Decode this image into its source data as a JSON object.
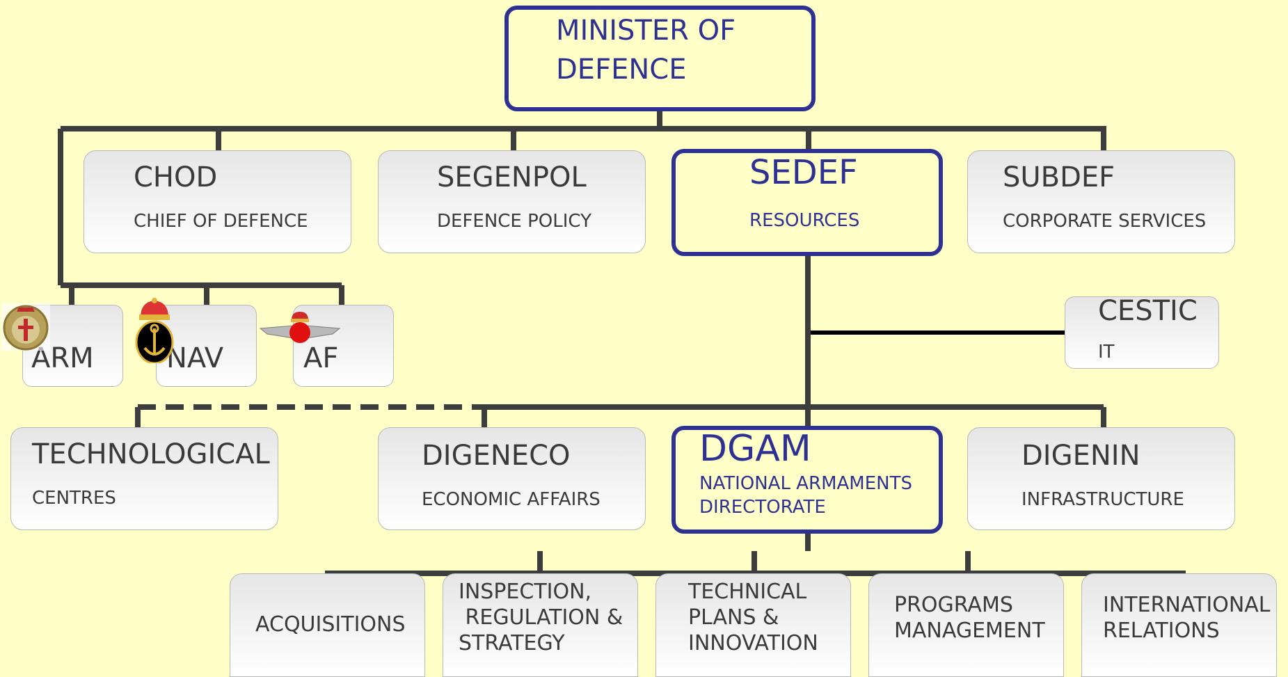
{
  "minister": {
    "line1": "MINISTER OF",
    "line2": "DEFENCE"
  },
  "top_row": [
    {
      "title": "CHOD",
      "subtitle": "CHIEF OF DEFENCE"
    },
    {
      "title": "SEGENPOL",
      "subtitle": "DEFENCE POLICY"
    },
    {
      "title": "SEDEF",
      "subtitle": "RESOURCES"
    },
    {
      "title": "SUBDEF",
      "subtitle": "CORPORATE SERVICES"
    }
  ],
  "forces": [
    {
      "label": "ARM",
      "emblem": "army-emblem-icon"
    },
    {
      "label": "NAV",
      "emblem": "navy-anchor-emblem-icon"
    },
    {
      "label": "AF",
      "emblem": "air-force-wings-emblem-icon"
    }
  ],
  "cestic": {
    "title": "CESTIC",
    "subtitle": "IT"
  },
  "middle_row": [
    {
      "title": "TECHNOLOGICAL",
      "subtitle": "CENTRES"
    },
    {
      "title": "DIGENECO",
      "subtitle": "ECONOMIC AFFAIRS"
    },
    {
      "title": "DGAM",
      "subtitle1": "NATIONAL ARMAMENTS",
      "subtitle2": "DIRECTORATE"
    },
    {
      "title": "DIGENIN",
      "subtitle": "INFRASTRUCTURE"
    }
  ],
  "bottom_row": [
    {
      "lines": [
        "ACQUISITIONS"
      ]
    },
    {
      "lines": [
        "INSPECTION,",
        " REGULATION & ",
        "STRATEGY"
      ]
    },
    {
      "lines": [
        "TECHNICAL",
        "PLANS &",
        "INNOVATION"
      ]
    },
    {
      "lines": [
        "PROGRAMS",
        "MANAGEMENT"
      ]
    },
    {
      "lines": [
        "INTERNATIONAL",
        "RELATIONS"
      ]
    }
  ],
  "colors": {
    "background": "#ffffc8",
    "highlight": "#2e3192",
    "connector": "#3d3d3d"
  }
}
